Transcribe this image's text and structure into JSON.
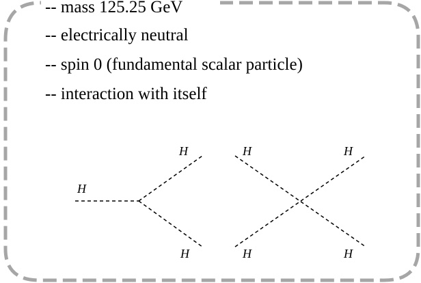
{
  "properties": {
    "mass": "-- mass  125.25 GeV",
    "charge": "-- electrically neutral",
    "spin": "-- spin 0 (fundamental scalar particle)",
    "self_interaction": "-- interaction with itself"
  },
  "diagrams": {
    "three_point": {
      "incoming_label": "H",
      "upper_label": "H",
      "lower_label": "H"
    },
    "four_point": {
      "top_left_label": "H",
      "top_right_label": "H",
      "bottom_left_label": "H",
      "bottom_right_label": "H"
    }
  },
  "colors": {
    "border": "#a6a6a6",
    "text": "#000000",
    "background": "#ffffff"
  }
}
